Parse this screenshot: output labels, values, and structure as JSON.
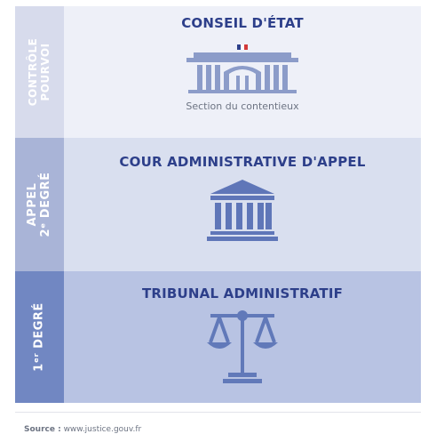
{
  "levels": [
    {
      "side_label_lines": [
        "CONTRÔLE",
        "POURVOI"
      ],
      "title": "CONSEIL D'ÉTAT",
      "subtitle": "Section du contentieux",
      "icon": "conseil-etat-building-icon"
    },
    {
      "side_label_lines": [
        "APPEL",
        "2ᵉ DEGRÉ"
      ],
      "title": "COUR ADMINISTRATIVE D'APPEL",
      "icon": "courthouse-icon"
    },
    {
      "side_label_lines": [
        "1ᵉʳ DEGRÉ"
      ],
      "title": "TRIBUNAL ADMINISTRATIF",
      "icon": "scales-of-justice-icon"
    }
  ],
  "source": {
    "label": "Source :",
    "value": "www.justice.gouv.fr"
  },
  "colors": {
    "title": "#2d3f8a",
    "icon": "#6f86c2",
    "band_1": "#eef0f8",
    "band_2": "#d9dfef",
    "band_3": "#b8c3e3"
  }
}
